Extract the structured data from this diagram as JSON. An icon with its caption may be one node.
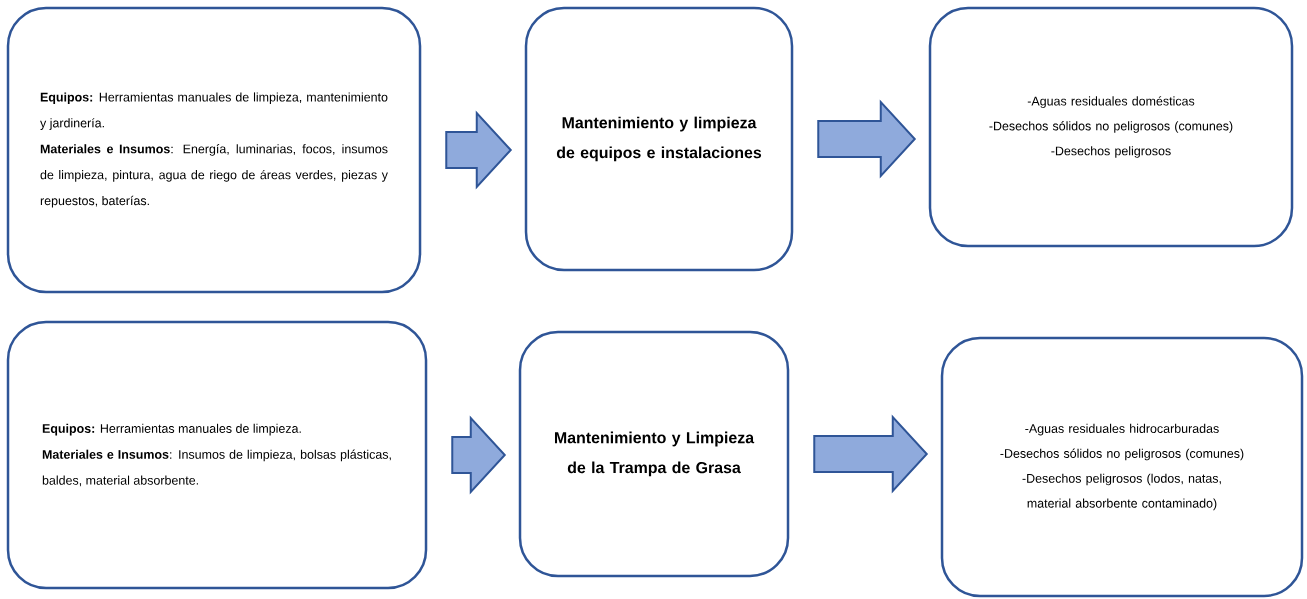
{
  "diagram": {
    "nodes": [
      {
        "text": [
          "**Equipos:** Herramientas manuales de limpieza, mantenimiento y jardinería.",
          "**Materiales e Insumos**: Energía, luminarias, focos, insumos de limpieza, pintura, agua de riego de áreas verdes, piezas y repuestos, baterías."
        ]
      },
      {
        "text": [
          "Mantenimiento y limpieza de equipos e instalaciones"
        ]
      },
      {
        "text": [
          "-Aguas residuales domésticas",
          "-Desechos sólidos no peligrosos (comunes)",
          "-Desechos peligrosos"
        ]
      },
      {
        "text": [
          "**Equipos:** Herramientas manuales de limpieza.",
          "**Materiales e Insumos**: Insumos de limpieza, bolsas plásticas, baldes, material absorbente."
        ]
      },
      {
        "text": [
          "Mantenimiento y Limpieza de la Trampa de Grasa"
        ]
      },
      {
        "text": [
          "-Aguas residuales hidrocarburadas",
          "-Desechos sólidos no peligrosos (comunes)",
          "-Desechos peligrosos (lodos, natas, material absorbente contaminado)"
        ]
      }
    ],
    "edges": [
      {
        "from": 0,
        "to": 1,
        "arrow": "to"
      },
      {
        "from": 1,
        "to": 2,
        "arrow": "to"
      },
      {
        "from": 3,
        "to": 4,
        "arrow": "to"
      },
      {
        "from": 4,
        "to": 5,
        "arrow": "to"
      }
    ]
  }
}
